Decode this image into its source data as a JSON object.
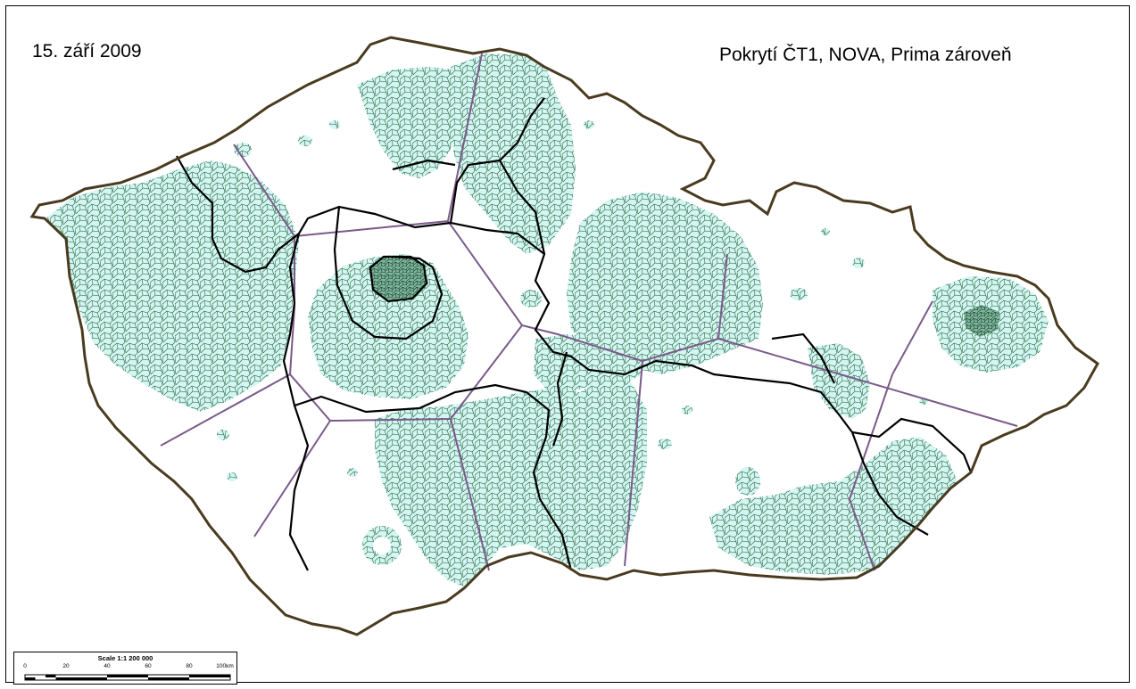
{
  "map": {
    "date": "15. září 2009",
    "title": "Pokrytí ČT1, NOVA, Prima zároveň",
    "colors": {
      "coverage_fill": "#d3f6f3",
      "coverage_dense": "#5ea38a",
      "cell_outline": "#1f5a2e",
      "country_border": "#4a3b20",
      "region_border": "#000000",
      "transmitter_boundary": "#7a5a8a",
      "background": "#ffffff"
    }
  },
  "scale": {
    "title": "Scale 1:1 200 000",
    "labels": [
      "0",
      "20",
      "40",
      "60",
      "80",
      "100km"
    ]
  }
}
